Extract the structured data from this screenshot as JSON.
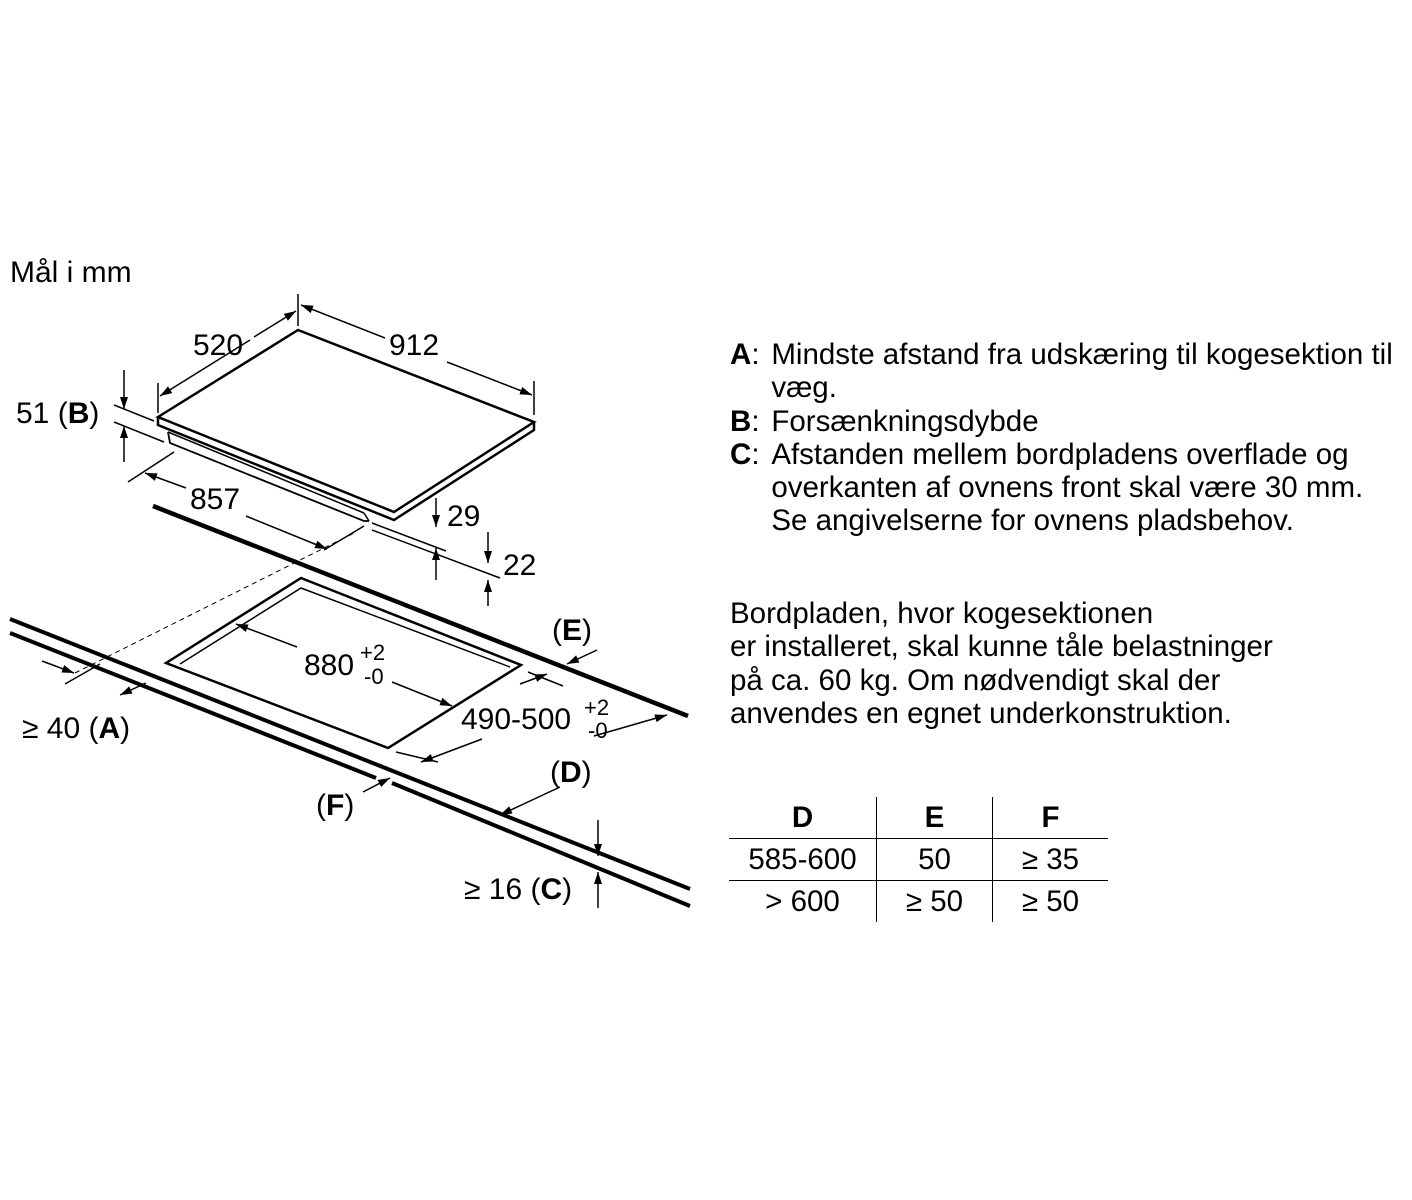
{
  "title": "Mål i mm",
  "dimensions": {
    "hob_depth": "520",
    "hob_width": "912",
    "recess_depth_value": "51 (",
    "recess_depth_key": "B",
    "recess_depth_close": ")",
    "underside_width": "857",
    "hob_height": "29",
    "cutout_offset": "22",
    "cutout_width": "880",
    "cutout_width_tol_plus": "+2",
    "cutout_width_tol_minus": "-0",
    "cutout_depth": "490-500",
    "cutout_depth_tol_plus": "+2",
    "cutout_depth_tol_minus": "-0",
    "wall_distance_value": "≥ 40 (",
    "wall_distance_key": "A",
    "wall_distance_close": ")",
    "worktop_thickness_value": "≥ 16 (",
    "worktop_thickness_key": "C",
    "worktop_thickness_close": ")",
    "label_E_open": "(",
    "label_E_key": "E",
    "label_E_close": ")",
    "label_D_open": "(",
    "label_D_key": "D",
    "label_D_close": ")",
    "label_F_open": "(",
    "label_F_key": "F",
    "label_F_close": ")"
  },
  "legend": [
    {
      "key": "A",
      "text": "Mindste afstand fra udskæring til kogesektion til væg."
    },
    {
      "key": "B",
      "text": "Forsænkningsdybde"
    },
    {
      "key": "C",
      "text": "Afstanden mellem bordpladens overflade og overkanten af ovnens front skal være 30 mm. Se angivelserne for ovnens pladsbehov."
    }
  ],
  "note_lines": [
    "Bordpladen, hvor kogesektionen",
    "er installeret, skal kunne tåle belastninger",
    "på ca. 60 kg. Om nødvendigt skal der",
    "anvendes en egnet underkonstruktion."
  ],
  "table": {
    "headers": [
      "D",
      "E",
      "F"
    ],
    "rows": [
      [
        "585-600",
        "50",
        "≥ 35"
      ],
      [
        "> 600",
        "≥ 50",
        "≥ 50"
      ]
    ]
  }
}
